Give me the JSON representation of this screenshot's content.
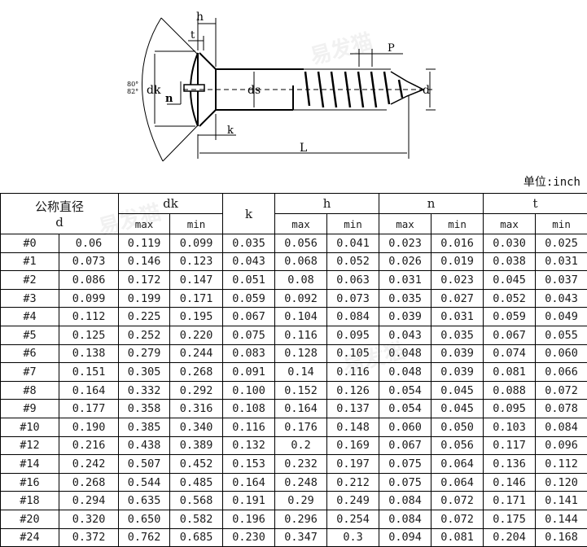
{
  "diagram": {
    "labels": {
      "h": "h",
      "t": "t",
      "P": "P",
      "dk": "dk",
      "n": "n",
      "ds": "ds",
      "d": "d",
      "k": "k",
      "L": "L",
      "angle_top": "80°",
      "angle_bottom": "82°"
    }
  },
  "unit_label": "单位:inch",
  "table": {
    "header": {
      "nominal_label": "公称直径",
      "nominal_symbol": "d",
      "dk": "dk",
      "k": "k",
      "h": "h",
      "n": "n",
      "t": "t",
      "max": "max",
      "min": "min"
    },
    "rows": [
      [
        "#0",
        "0.06",
        "0.119",
        "0.099",
        "0.035",
        "0.056",
        "0.041",
        "0.023",
        "0.016",
        "0.030",
        "0.025"
      ],
      [
        "#1",
        "0.073",
        "0.146",
        "0.123",
        "0.043",
        "0.068",
        "0.052",
        "0.026",
        "0.019",
        "0.038",
        "0.031"
      ],
      [
        "#2",
        "0.086",
        "0.172",
        "0.147",
        "0.051",
        "0.08",
        "0.063",
        "0.031",
        "0.023",
        "0.045",
        "0.037"
      ],
      [
        "#3",
        "0.099",
        "0.199",
        "0.171",
        "0.059",
        "0.092",
        "0.073",
        "0.035",
        "0.027",
        "0.052",
        "0.043"
      ],
      [
        "#4",
        "0.112",
        "0.225",
        "0.195",
        "0.067",
        "0.104",
        "0.084",
        "0.039",
        "0.031",
        "0.059",
        "0.049"
      ],
      [
        "#5",
        "0.125",
        "0.252",
        "0.220",
        "0.075",
        "0.116",
        "0.095",
        "0.043",
        "0.035",
        "0.067",
        "0.055"
      ],
      [
        "#6",
        "0.138",
        "0.279",
        "0.244",
        "0.083",
        "0.128",
        "0.105",
        "0.048",
        "0.039",
        "0.074",
        "0.060"
      ],
      [
        "#7",
        "0.151",
        "0.305",
        "0.268",
        "0.091",
        "0.14",
        "0.116",
        "0.048",
        "0.039",
        "0.081",
        "0.066"
      ],
      [
        "#8",
        "0.164",
        "0.332",
        "0.292",
        "0.100",
        "0.152",
        "0.126",
        "0.054",
        "0.045",
        "0.088",
        "0.072"
      ],
      [
        "#9",
        "0.177",
        "0.358",
        "0.316",
        "0.108",
        "0.164",
        "0.137",
        "0.054",
        "0.045",
        "0.095",
        "0.078"
      ],
      [
        "#10",
        "0.190",
        "0.385",
        "0.340",
        "0.116",
        "0.176",
        "0.148",
        "0.060",
        "0.050",
        "0.103",
        "0.084"
      ],
      [
        "#12",
        "0.216",
        "0.438",
        "0.389",
        "0.132",
        "0.2",
        "0.169",
        "0.067",
        "0.056",
        "0.117",
        "0.096"
      ],
      [
        "#14",
        "0.242",
        "0.507",
        "0.452",
        "0.153",
        "0.232",
        "0.197",
        "0.075",
        "0.064",
        "0.136",
        "0.112"
      ],
      [
        "#16",
        "0.268",
        "0.544",
        "0.485",
        "0.164",
        "0.248",
        "0.212",
        "0.075",
        "0.064",
        "0.146",
        "0.120"
      ],
      [
        "#18",
        "0.294",
        "0.635",
        "0.568",
        "0.191",
        "0.29",
        "0.249",
        "0.084",
        "0.072",
        "0.171",
        "0.141"
      ],
      [
        "#20",
        "0.320",
        "0.650",
        "0.582",
        "0.196",
        "0.296",
        "0.254",
        "0.084",
        "0.072",
        "0.175",
        "0.144"
      ],
      [
        "#24",
        "0.372",
        "0.762",
        "0.685",
        "0.230",
        "0.347",
        "0.3",
        "0.094",
        "0.081",
        "0.204",
        "0.168"
      ]
    ]
  }
}
